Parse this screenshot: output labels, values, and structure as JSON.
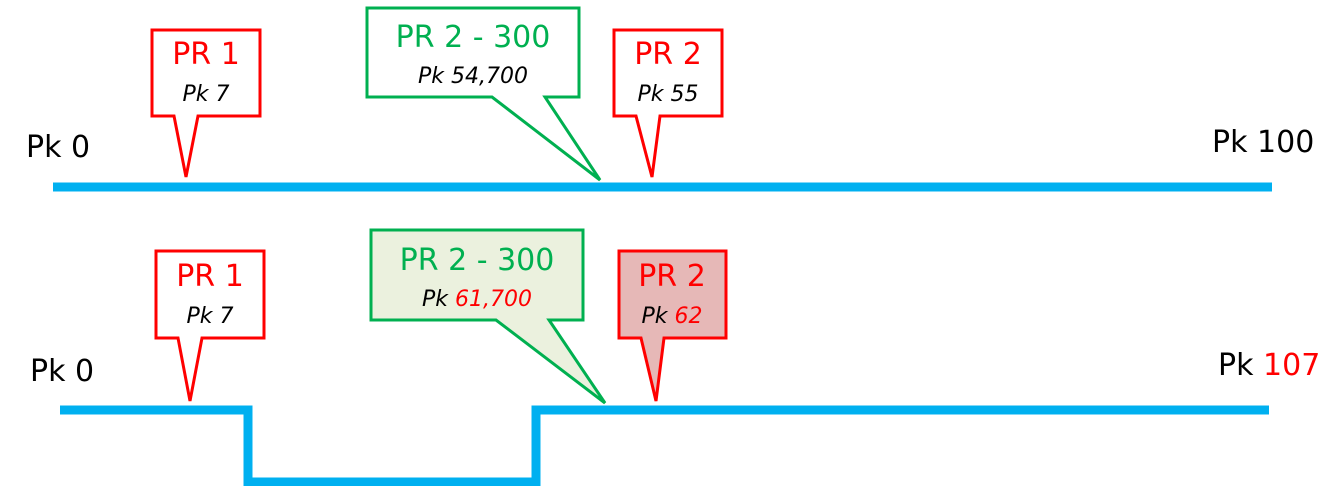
{
  "colors": {
    "road": "#00b0f0",
    "red": "#ff0000",
    "green": "#00b050",
    "black": "#000000",
    "green_fill": "#ebf1de",
    "red_fill": "#e6b8b7"
  },
  "top_line": {
    "start_label": "Pk 0",
    "end_prefix": "Pk",
    "end_value": "100",
    "callouts": {
      "pr1": {
        "title": "PR 1",
        "pk_prefix": "Pk",
        "pk_value": "7"
      },
      "pr2_300": {
        "title": "PR 2 - 300",
        "pk_prefix": "Pk",
        "pk_value": "54,700"
      },
      "pr2": {
        "title": "PR 2",
        "pk_prefix": "Pk",
        "pk_value": "55"
      }
    }
  },
  "bottom_line": {
    "start_label": "Pk 0",
    "end_prefix": "Pk",
    "end_value": "107",
    "callouts": {
      "pr1": {
        "title": "PR 1",
        "pk_prefix": "Pk",
        "pk_value": "7"
      },
      "pr2_300": {
        "title": "PR 2 - 300",
        "pk_prefix": "Pk",
        "pk_value": "61,700"
      },
      "pr2": {
        "title": "PR 2",
        "pk_prefix": "Pk",
        "pk_value": "62"
      }
    }
  }
}
